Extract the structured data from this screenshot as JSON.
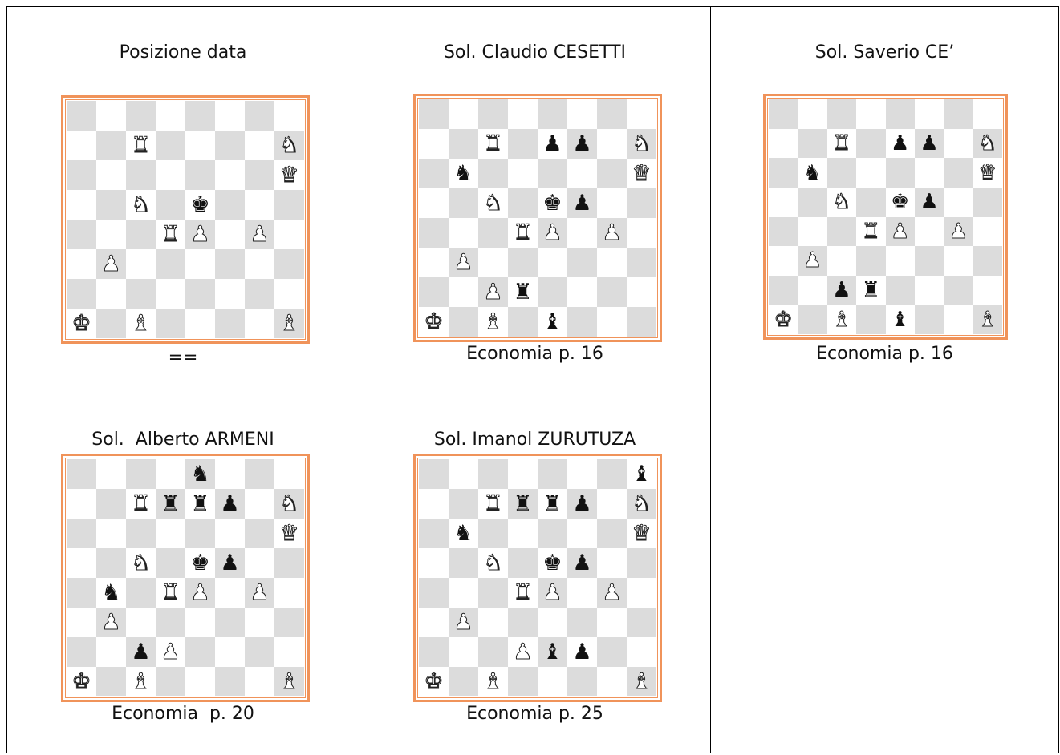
{
  "cells": [
    {
      "title": "Posizione data",
      "caption": "==",
      "pieces": [
        {
          "sq": "c7",
          "p": "wR"
        },
        {
          "sq": "h7",
          "p": "wN"
        },
        {
          "sq": "h6",
          "p": "wQ"
        },
        {
          "sq": "c5",
          "p": "wN"
        },
        {
          "sq": "e5",
          "p": "bK"
        },
        {
          "sq": "d4",
          "p": "wR"
        },
        {
          "sq": "e4",
          "p": "wP"
        },
        {
          "sq": "g4",
          "p": "wP"
        },
        {
          "sq": "b3",
          "p": "wP"
        },
        {
          "sq": "a1",
          "p": "wK"
        },
        {
          "sq": "c1",
          "p": "wB"
        },
        {
          "sq": "h1",
          "p": "wB"
        }
      ]
    },
    {
      "title": "Sol. Claudio CESETTI",
      "caption": "Economia p. 16",
      "pieces": [
        {
          "sq": "c7",
          "p": "wR"
        },
        {
          "sq": "e7",
          "p": "bP"
        },
        {
          "sq": "f7",
          "p": "bP"
        },
        {
          "sq": "h7",
          "p": "wN"
        },
        {
          "sq": "b6",
          "p": "bN"
        },
        {
          "sq": "h6",
          "p": "wQ"
        },
        {
          "sq": "c5",
          "p": "wN"
        },
        {
          "sq": "e5",
          "p": "bK"
        },
        {
          "sq": "f5",
          "p": "bP"
        },
        {
          "sq": "d4",
          "p": "wR"
        },
        {
          "sq": "e4",
          "p": "wP"
        },
        {
          "sq": "g4",
          "p": "wP"
        },
        {
          "sq": "b3",
          "p": "wP"
        },
        {
          "sq": "c2",
          "p": "wP"
        },
        {
          "sq": "d2",
          "p": "bR"
        },
        {
          "sq": "a1",
          "p": "wK"
        },
        {
          "sq": "c1",
          "p": "wB"
        },
        {
          "sq": "e1",
          "p": "bB"
        }
      ]
    },
    {
      "title": "Sol. Saverio CE’",
      "caption": "Economia p. 16",
      "pieces": [
        {
          "sq": "c7",
          "p": "wR"
        },
        {
          "sq": "e7",
          "p": "bP"
        },
        {
          "sq": "f7",
          "p": "bP"
        },
        {
          "sq": "h7",
          "p": "wN"
        },
        {
          "sq": "b6",
          "p": "bN"
        },
        {
          "sq": "h6",
          "p": "wQ"
        },
        {
          "sq": "c5",
          "p": "wN"
        },
        {
          "sq": "e5",
          "p": "bK"
        },
        {
          "sq": "f5",
          "p": "bP"
        },
        {
          "sq": "d4",
          "p": "wR"
        },
        {
          "sq": "e4",
          "p": "wP"
        },
        {
          "sq": "g4",
          "p": "wP"
        },
        {
          "sq": "b3",
          "p": "wP"
        },
        {
          "sq": "c2",
          "p": "bP"
        },
        {
          "sq": "d2",
          "p": "bR"
        },
        {
          "sq": "a1",
          "p": "wK"
        },
        {
          "sq": "c1",
          "p": "wB"
        },
        {
          "sq": "e1",
          "p": "bB"
        },
        {
          "sq": "h1",
          "p": "wB"
        }
      ]
    },
    {
      "title": "Sol.  Alberto ARMENI",
      "caption": "Economia  p. 20",
      "pieces": [
        {
          "sq": "e8",
          "p": "bN"
        },
        {
          "sq": "c7",
          "p": "wR"
        },
        {
          "sq": "d7",
          "p": "bR"
        },
        {
          "sq": "e7",
          "p": "bR"
        },
        {
          "sq": "f7",
          "p": "bP"
        },
        {
          "sq": "h7",
          "p": "wN"
        },
        {
          "sq": "h6",
          "p": "wQ"
        },
        {
          "sq": "c5",
          "p": "wN"
        },
        {
          "sq": "e5",
          "p": "bK"
        },
        {
          "sq": "f5",
          "p": "bP"
        },
        {
          "sq": "b4",
          "p": "bN"
        },
        {
          "sq": "d4",
          "p": "wR"
        },
        {
          "sq": "e4",
          "p": "wP"
        },
        {
          "sq": "g4",
          "p": "wP"
        },
        {
          "sq": "b3",
          "p": "wP"
        },
        {
          "sq": "c2",
          "p": "bP"
        },
        {
          "sq": "d2",
          "p": "wP"
        },
        {
          "sq": "a1",
          "p": "wK"
        },
        {
          "sq": "c1",
          "p": "wB"
        },
        {
          "sq": "h1",
          "p": "wB"
        }
      ]
    },
    {
      "title": "Sol. Imanol ZURUTUZA",
      "caption": "Economia p. 25",
      "pieces": [
        {
          "sq": "h8",
          "p": "bB"
        },
        {
          "sq": "c7",
          "p": "wR"
        },
        {
          "sq": "d7",
          "p": "bR"
        },
        {
          "sq": "e7",
          "p": "bR"
        },
        {
          "sq": "f7",
          "p": "bP"
        },
        {
          "sq": "h7",
          "p": "wN"
        },
        {
          "sq": "b6",
          "p": "bN"
        },
        {
          "sq": "h6",
          "p": "wQ"
        },
        {
          "sq": "c5",
          "p": "wN"
        },
        {
          "sq": "e5",
          "p": "bK"
        },
        {
          "sq": "f5",
          "p": "bP"
        },
        {
          "sq": "d4",
          "p": "wR"
        },
        {
          "sq": "e4",
          "p": "wP"
        },
        {
          "sq": "g4",
          "p": "wP"
        },
        {
          "sq": "b3",
          "p": "wP"
        },
        {
          "sq": "d2",
          "p": "wP"
        },
        {
          "sq": "e2",
          "p": "bB"
        },
        {
          "sq": "f2",
          "p": "bP"
        },
        {
          "sq": "a1",
          "p": "wK"
        },
        {
          "sq": "c1",
          "p": "wB"
        },
        {
          "sq": "h1",
          "p": "wB"
        }
      ]
    }
  ]
}
